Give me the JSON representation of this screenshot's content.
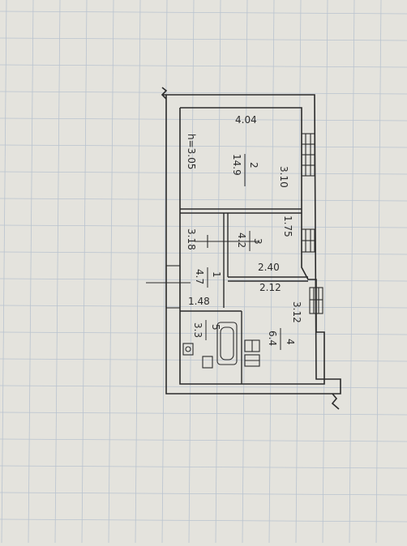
{
  "plan": {
    "height_label": "h=3.05",
    "rooms": [
      {
        "number": "2",
        "area": "14.9",
        "dims": [
          "4.04",
          "3.10"
        ]
      },
      {
        "number": "3",
        "area": "4.2",
        "dims": [
          "1.75",
          "2.40"
        ]
      },
      {
        "number": "1",
        "area": "4.7",
        "dims": [
          "3.18",
          "1.48"
        ]
      },
      {
        "number": "5",
        "area": "3.3",
        "dims": []
      },
      {
        "number": "4",
        "area": "6.4",
        "dims": [
          "2.12",
          "3.12"
        ]
      }
    ]
  },
  "colors": {
    "paper": "#e4e3dd",
    "grid": "#b9c3cf",
    "ink": "#2b2b2b"
  }
}
